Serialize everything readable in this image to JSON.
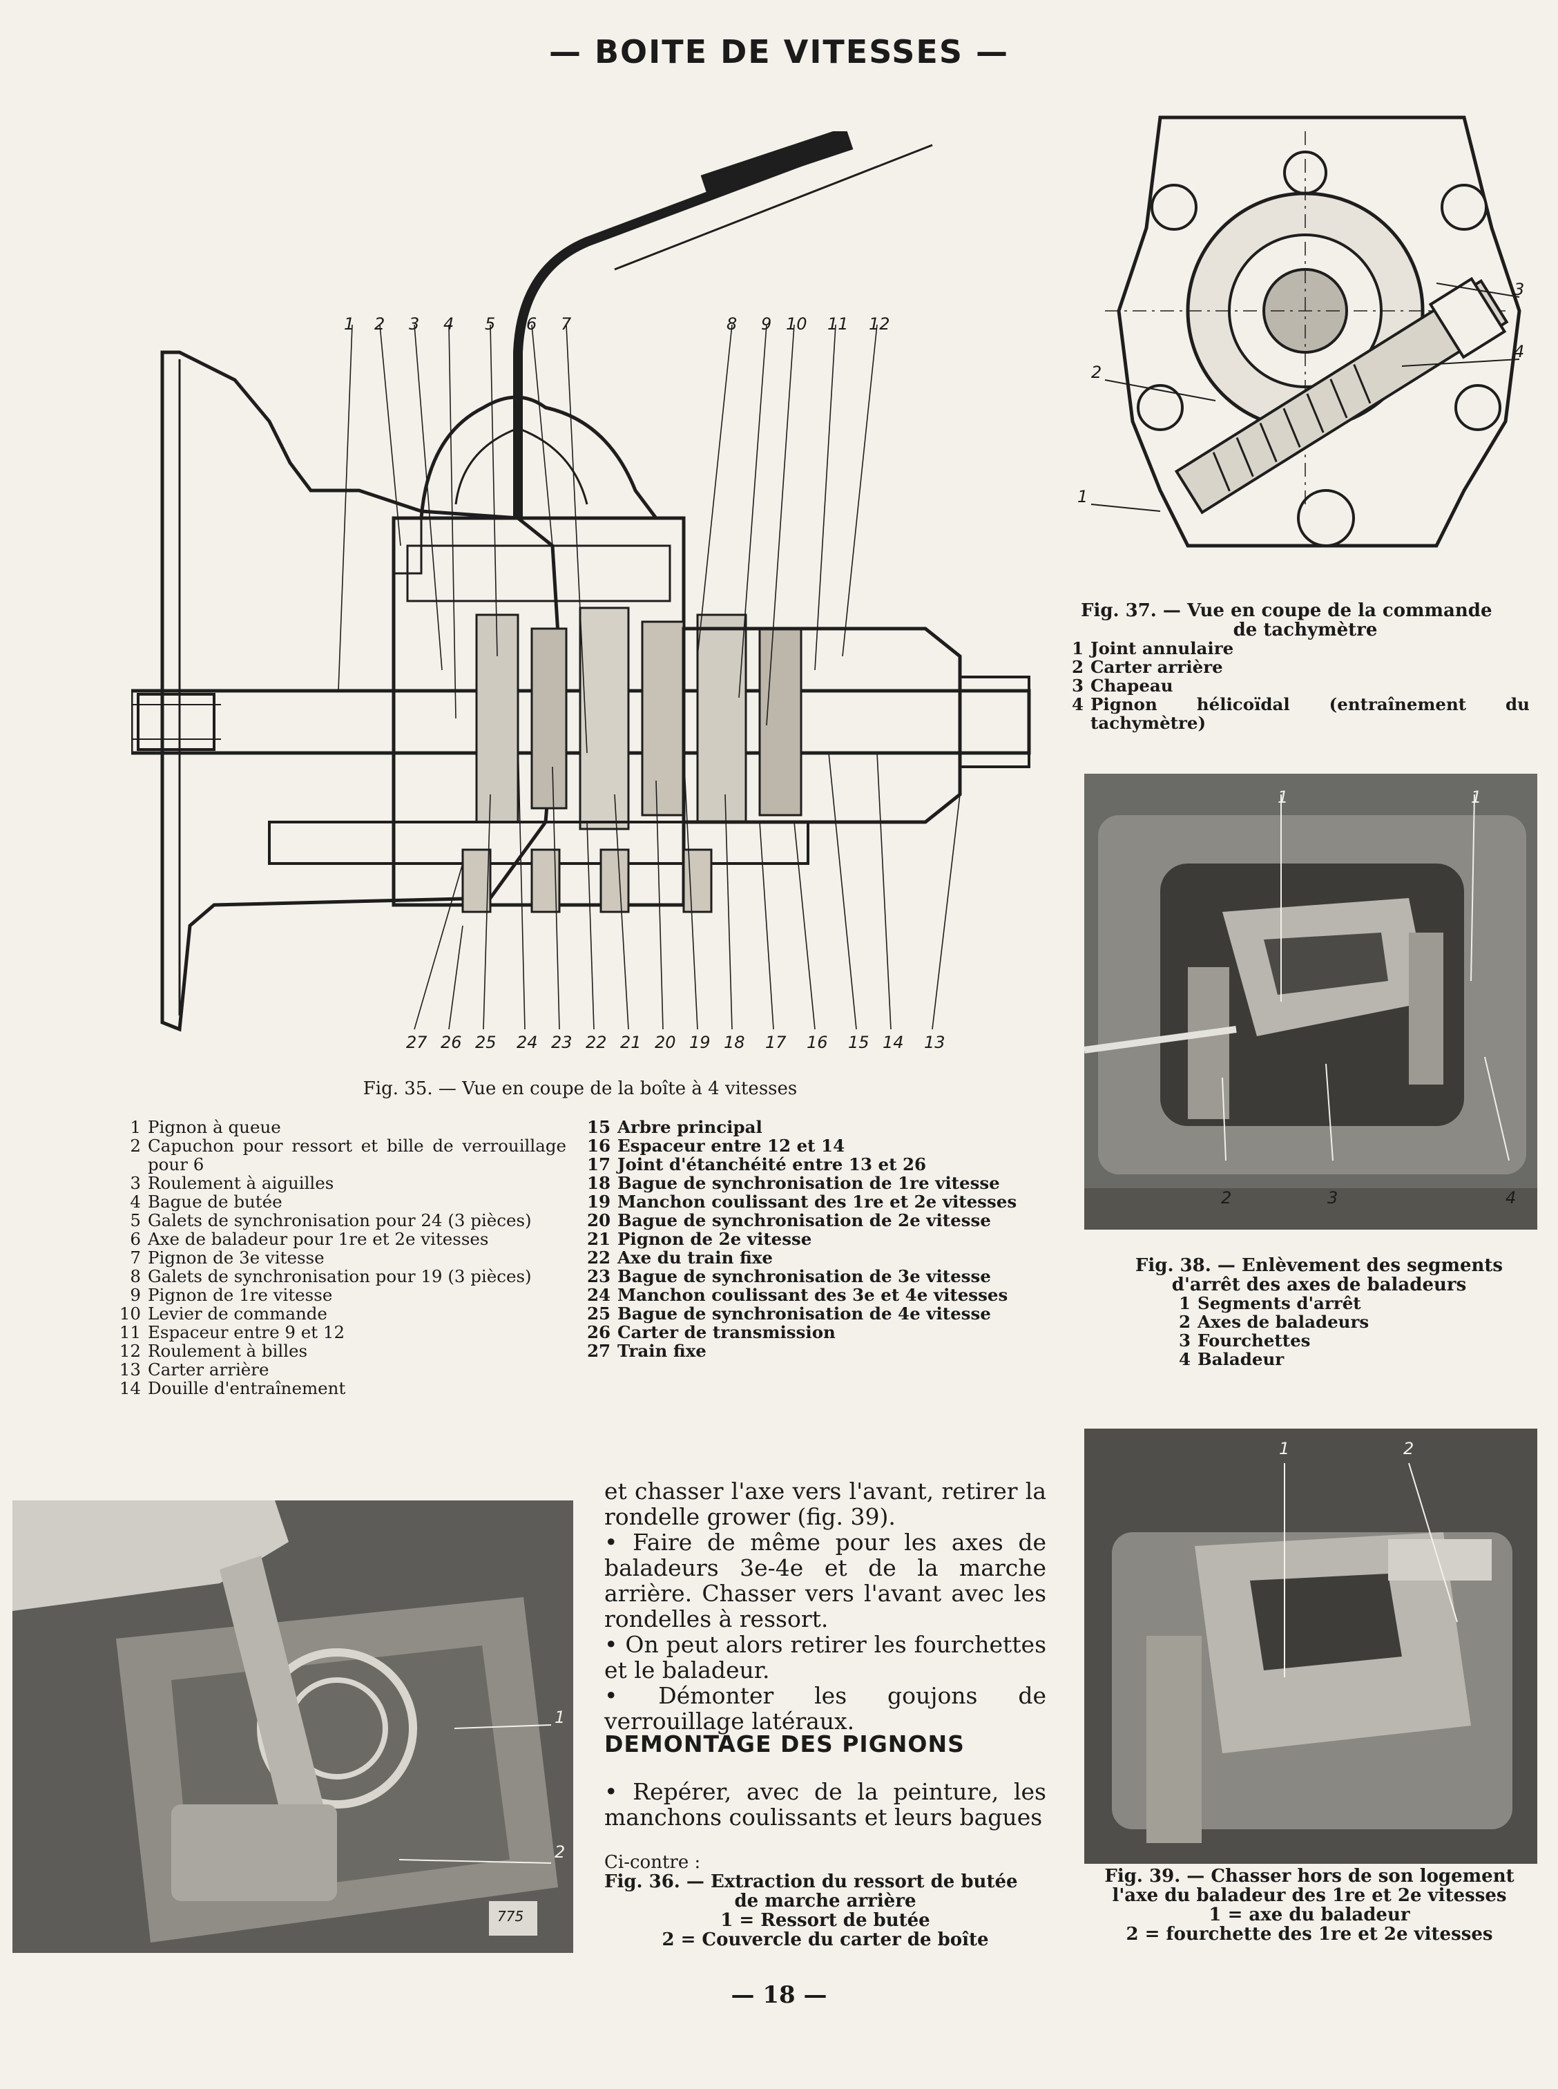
{
  "page_title": "— BOITE DE VITESSES —",
  "fig35": {
    "callouts_top": [
      "1",
      "2",
      "3",
      "4",
      "5",
      "6",
      "7",
      "8",
      "9",
      "10",
      "11",
      "12"
    ],
    "callouts_bottom": [
      "27",
      "26",
      "25",
      "24",
      "23",
      "22",
      "21",
      "20",
      "19",
      "18",
      "17",
      "16",
      "15",
      "14",
      "13"
    ],
    "caption": "Fig. 35. — Vue en coupe de la boîte à 4 vitesses",
    "legend_left": [
      {
        "n": "1",
        "t": "Pignon à queue"
      },
      {
        "n": "2",
        "t": "Capuchon pour ressort et bille de verrouillage pour 6"
      },
      {
        "n": "3",
        "t": "Roulement à aiguilles"
      },
      {
        "n": "4",
        "t": "Bague de butée"
      },
      {
        "n": "5",
        "t": "Galets de synchronisation pour 24 (3 pièces)"
      },
      {
        "n": "6",
        "t": "Axe de baladeur pour 1re et 2e vitesses"
      },
      {
        "n": "7",
        "t": "Pignon de 3e vitesse"
      },
      {
        "n": "8",
        "t": "Galets de synchronisation pour 19 (3 pièces)"
      },
      {
        "n": "9",
        "t": "Pignon de 1re vitesse"
      },
      {
        "n": "10",
        "t": "Levier de commande"
      },
      {
        "n": "11",
        "t": "Espaceur entre 9 et 12"
      },
      {
        "n": "12",
        "t": "Roulement à billes"
      },
      {
        "n": "13",
        "t": "Carter arrière"
      },
      {
        "n": "14",
        "t": "Douille d'entraînement"
      }
    ],
    "legend_right": [
      {
        "n": "15",
        "t": "Arbre principal"
      },
      {
        "n": "16",
        "t": "Espaceur entre 12 et 14"
      },
      {
        "n": "17",
        "t": "Joint d'étanchéité entre 13 et 26"
      },
      {
        "n": "18",
        "t": "Bague de synchronisation de 1re vitesse"
      },
      {
        "n": "19",
        "t": "Manchon coulissant des 1re et 2e vitesses"
      },
      {
        "n": "20",
        "t": "Bague de synchronisation de 2e vitesse"
      },
      {
        "n": "21",
        "t": "Pignon de 2e vitesse"
      },
      {
        "n": "22",
        "t": "Axe du train fixe"
      },
      {
        "n": "23",
        "t": "Bague de synchronisation de 3e vitesse"
      },
      {
        "n": "24",
        "t": "Manchon coulissant des 3e et 4e vitesses"
      },
      {
        "n": "25",
        "t": "Bague de synchronisation de 4e vitesse"
      },
      {
        "n": "26",
        "t": "Carter de transmission"
      },
      {
        "n": "27",
        "t": "Train fixe"
      }
    ]
  },
  "fig37": {
    "callouts": [
      "1",
      "2",
      "3",
      "4"
    ],
    "caption_line1": "Fig. 37. — Vue en coupe de la commande",
    "caption_line2": "de tachymètre",
    "legend": [
      {
        "n": "1",
        "t": "Joint annulaire"
      },
      {
        "n": "2",
        "t": "Carter arrière"
      },
      {
        "n": "3",
        "t": "Chapeau"
      },
      {
        "n": "4",
        "t": "Pignon hélicoïdal (entraînement du tachymètre)"
      }
    ]
  },
  "fig38": {
    "callouts": [
      "1",
      "1",
      "2",
      "3",
      "4"
    ],
    "caption_line1": "Fig. 38. — Enlèvement des segments",
    "caption_line2": "d'arrêt des axes de baladeurs",
    "legend": [
      {
        "n": "1",
        "t": "Segments d'arrêt"
      },
      {
        "n": "2",
        "t": "Axes de baladeurs"
      },
      {
        "n": "3",
        "t": "Fourchettes"
      },
      {
        "n": "4",
        "t": "Baladeur"
      }
    ]
  },
  "fig36": {
    "callouts": [
      "1",
      "2"
    ],
    "stamp": "775"
  },
  "body": {
    "p1": "et chasser l'axe vers l'avant, retirer la rondelle grower (fig. 39).",
    "p2": "• Faire de même pour les axes de baladeurs 3e-4e et de la marche arrière. Chasser vers l'avant avec les rondelles à ressort.",
    "p3": "• On peut alors retirer les fourchettes et le baladeur.",
    "p4": "• Démonter les goujons de verrouillage latéraux.",
    "heading": "DEMONTAGE DES PIGNONS",
    "p5": "• Repérer, avec de la peinture, les manchons coulissants et leurs bagues"
  },
  "fig36_caption": {
    "intro": "Ci-contre :",
    "line1": "Fig. 36. — Extraction du ressort de butée",
    "line2": "de marche arrière",
    "line3": "1 = Ressort de butée",
    "line4": "2 = Couvercle du carter de boîte"
  },
  "fig39": {
    "callouts": [
      "1",
      "2"
    ],
    "line1": "Fig. 39. — Chasser hors de son logement",
    "line2": "l'axe du baladeur des 1re et 2e vitesses",
    "line3": "1 = axe du baladeur",
    "line4": "2 = fourchette des 1re et 2e vitesses"
  },
  "page_number": "— 18 —"
}
